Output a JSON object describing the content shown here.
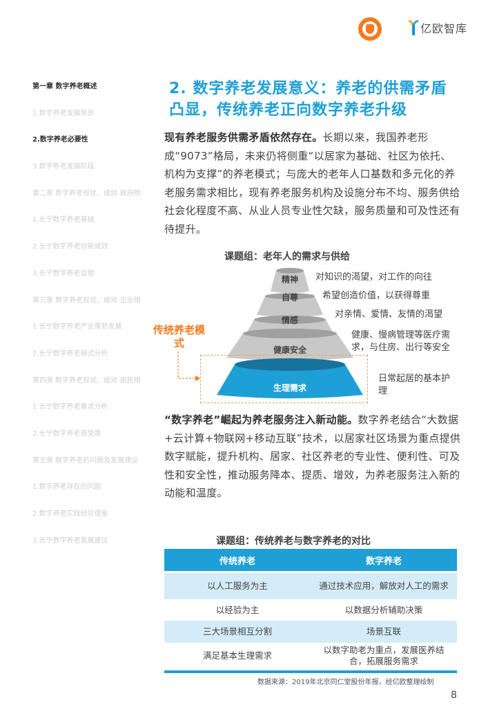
{
  "header": {
    "org_logo": "orange-circle-people-logo",
    "brand_name": "亿欧智库"
  },
  "sidebar": {
    "items": [
      {
        "label": "第一章 数字养老概述",
        "active": true
      },
      {
        "label": "1.数字养老发展背景",
        "active": false
      },
      {
        "label": "2.数字养老必要性",
        "active": true
      },
      {
        "label": "3.数字养老发展阶段",
        "active": false
      },
      {
        "label": "第二章 数字养老现状、成效-政府侧",
        "active": false
      },
      {
        "label": "1.长宁数字养老基础",
        "active": false
      },
      {
        "label": "2.长宁数字养老创新成效",
        "active": false
      },
      {
        "label": "3.长宁数字养老监管",
        "active": false
      },
      {
        "label": "第三章 数字养老现状、成效-企业侧",
        "active": false
      },
      {
        "label": "1.长宁数字养老产业蓬勃发展",
        "active": false
      },
      {
        "label": "2.长宁数字养老模式分析",
        "active": false
      },
      {
        "label": "第四章 数字养老现状、成效-居民侧",
        "active": false
      },
      {
        "label": "1.长宁数字养老需求分析",
        "active": false
      },
      {
        "label": "2.长宁数字养老感受度",
        "active": false
      },
      {
        "label": "第五章 数字养老的问题及发展建议",
        "active": false
      },
      {
        "label": "1.数字养老存在的问题",
        "active": false
      },
      {
        "label": "2.数字养老实践经验借鉴",
        "active": false
      },
      {
        "label": "3.长宁数字养老发展建议",
        "active": false
      }
    ]
  },
  "main": {
    "title": "2. 数字养老发展意义：养老的供需矛盾凸显，传统养老正向数字养老升级",
    "para1": {
      "bold": "现有养老服务供需矛盾依然存在。",
      "text": "长期以来，我国养老形成“9073”格局，未来仍将侧重“以居家为基础、社区为依托、机构为支撑”的养老模式；与庞大的老年人口基数和多元化的养老服务需求相比，现有养老服务机构及设施分布不均、服务供给社会化程度不高、从业人员专业性欠缺，服务质量和可及性还有待提升。"
    },
    "figure1": {
      "title": "课题组：老年人的需求与供给",
      "levels": [
        {
          "name": "精神",
          "desc": "对知识的渴望，对工作的向往"
        },
        {
          "name": "自尊",
          "desc": "希望创造价值，以获得尊重"
        },
        {
          "name": "情感",
          "desc": "对亲情、爱情、友情的渴望"
        },
        {
          "name": "健康安全",
          "desc": "健康、慢病管理等医疗需求，与住房、出行等安全"
        },
        {
          "name": "生理需求",
          "desc": "日常起居的基本护理"
        }
      ],
      "traditional_label": "传统养老模式",
      "colors": {
        "gray_level": "#c8c8c8",
        "gray_top": "#9e9e9e",
        "blue_level": "#1e9fd5",
        "blue_top": "#17729c",
        "accent_orange": "#f47b20"
      }
    },
    "para2": {
      "bold": "“数字养老”崛起为养老服务注入新动能。",
      "text": "数字养老结合“大数据+云计算+物联网+移动互联”技术，以居家社区场景为重点提供数字赋能，提升机构、居家、社区养老的专业性、便利性、可及性和安全性，推动服务降本、提质、增效，为养老服务注入新的动能和温度。"
    },
    "figure2": {
      "title": "课题组：传统养老与数字养老的对比",
      "headers": [
        "传统养老",
        "数字养老"
      ],
      "rows": [
        [
          "以人工服务为主",
          "通过技术应用，解放对人工的需求"
        ],
        [
          "以经验为主",
          "以数据分析辅助决策"
        ],
        [
          "三大场景相互分割",
          "场景互联"
        ],
        [
          "满足基本生理需求",
          "以数字助老为重点，发展医养结合，拓展服务需求"
        ]
      ],
      "source": "数据来源：2019年北京同仁堂股份年报，经亿欧整理绘制"
    }
  },
  "page_number": "8",
  "colors": {
    "accent_blue": "#1ea0d6",
    "accent_orange": "#f47b20",
    "table_shade": "#d3ecf7"
  }
}
